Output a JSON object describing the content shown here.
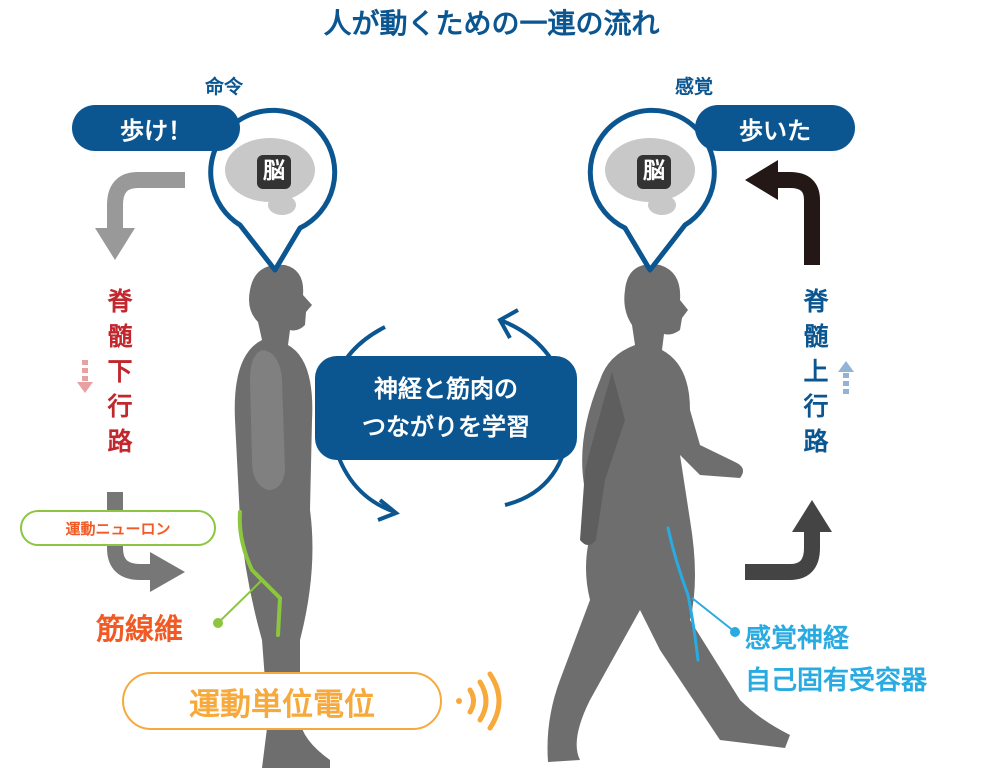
{
  "title": "人が動くための一連の流れ",
  "left": {
    "caption": "命令",
    "bubble_label": "歩け！",
    "brain_label": "脳",
    "pathway": "脊髄下行路",
    "neuron_label": "運動ニューロン",
    "fiber_label": "筋線維",
    "potential_label": "運動単位電位"
  },
  "right": {
    "caption": "感覚",
    "bubble_label": "歩いた",
    "brain_label": "脳",
    "pathway": "脊髄上行路",
    "sensor_line1": "感覚神経",
    "sensor_line2": "自己固有受容器"
  },
  "center": {
    "line1": "神経と筋肉の",
    "line2": "つながりを学習"
  },
  "colors": {
    "blue": "#0b5690",
    "red": "#c1272d",
    "orange": "#f15a24",
    "green": "#8cc63f",
    "amber": "#f7a93b",
    "light_blue": "#29abe2",
    "figure_gray": "#6e6e6e"
  }
}
